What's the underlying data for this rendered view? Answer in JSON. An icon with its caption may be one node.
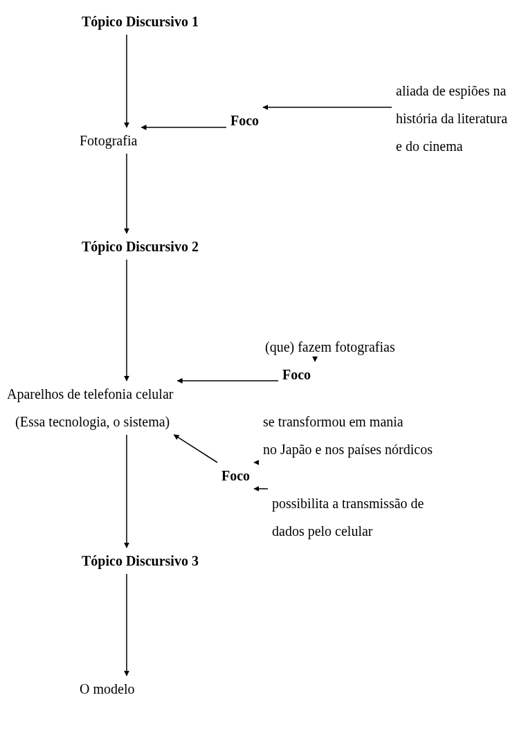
{
  "diagram": {
    "nodes": [
      {
        "text": [
          "Tópico Discursivo 1"
        ]
      },
      {
        "text": [
          "Fotografia"
        ]
      },
      {
        "text": [
          "Foco"
        ]
      },
      {
        "text": [
          "aliada de espiões na história da literatura e do cinema"
        ]
      },
      {
        "text": [
          "Tópico Discursivo 2"
        ]
      },
      {
        "text": [
          "(que) fazem fotografias"
        ]
      },
      {
        "text": [
          "Foco"
        ]
      },
      {
        "text": [
          "Aparelhos de telefonia celular"
        ]
      },
      {
        "text": [
          "(Essa tecnologia, o sistema)"
        ]
      },
      {
        "text": [
          "no Japão e nos países nórdicos"
        ]
      },
      {
        "text": [
          "Foco"
        ]
      },
      {
        "text": [
          "possibilita a transmissão de dados pelo celular"
        ]
      },
      {
        "text": [
          "Tópico Discursivo 3"
        ]
      },
      {
        "text": [
          "O modelo"
        ]
      }
    ],
    "edges": [
      {
        "from": 0,
        "to": 1,
        "arrow": "to"
      },
      {
        "from": 3,
        "to": 2,
        "arrow": "to"
      },
      {
        "from": 2,
        "to": 1,
        "arrow": "to"
      },
      {
        "from": 1,
        "to": 4,
        "arrow": "to"
      },
      {
        "from": 4,
        "to": 7,
        "arrow": "to"
      },
      {
        "from": 5,
        "to": 6,
        "arrow": "to"
      },
      {
        "from": 6,
        "to": 7,
        "arrow": "to"
      },
      {
        "from": 10,
        "to": 8,
        "arrow": "to"
      },
      {
        "from": 9,
        "to": 10,
        "arrow": "to"
      },
      {
        "from": 11,
        "to": 10,
        "arrow": "to"
      },
      {
        "from": 8,
        "to": 12,
        "arrow": "to"
      },
      {
        "from": 12,
        "to": 13,
        "arrow": "to"
      }
    ],
    "labels": [
      "se transformou em mania"
    ]
  }
}
